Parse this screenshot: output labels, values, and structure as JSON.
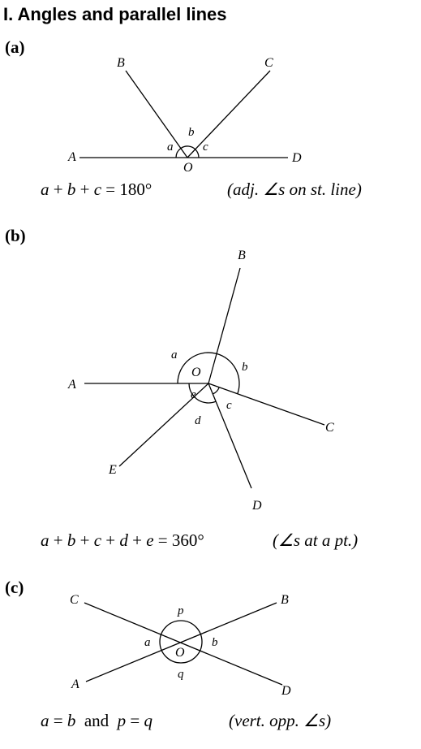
{
  "title": "I. Angles and parallel lines",
  "parts": [
    {
      "label": "(a)",
      "points": [
        "A",
        "B",
        "C",
        "D",
        "O"
      ],
      "angles": [
        "a",
        "b",
        "c"
      ],
      "equation": "a + b + c = 180°",
      "reason": "(adj. ∠s on st. line)"
    },
    {
      "label": "(b)",
      "points": [
        "A",
        "B",
        "C",
        "D",
        "E",
        "O"
      ],
      "angles": [
        "a",
        "b",
        "c",
        "d",
        "e"
      ],
      "equation": "a + b + c + d + e = 360°",
      "reason": "(∠s at a pt.)"
    },
    {
      "label": "(c)",
      "points": [
        "A",
        "B",
        "C",
        "D",
        "O"
      ],
      "angles": [
        "a",
        "b",
        "p",
        "q"
      ],
      "equation": "a = b  and  p = q",
      "reason": "(vert. opp. ∠s)"
    }
  ]
}
